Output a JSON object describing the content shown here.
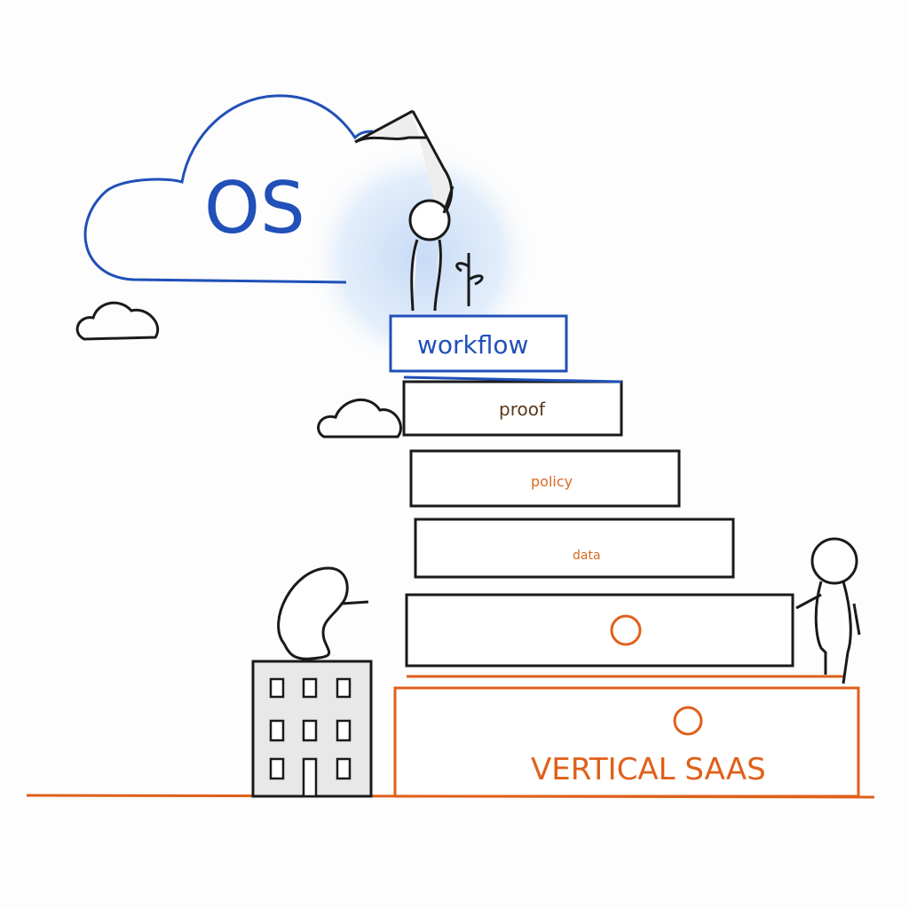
{
  "cloud_label": "OS",
  "steps": [
    {
      "label": "workflow",
      "color": "#2050b8"
    },
    {
      "label": "proof",
      "color": "#5a3a1a"
    },
    {
      "label": "policy",
      "color": "#d86a20"
    },
    {
      "label": "data",
      "color": "#d86a20"
    },
    {
      "label": "",
      "color": "#d86a20"
    },
    {
      "label": "VERTICAL SAAS",
      "color": "#e0601a"
    }
  ],
  "colors": {
    "blue": "#2050b8",
    "orange": "#e0601a",
    "ink": "#1a1a1a",
    "glow": "#cfe0f7"
  }
}
